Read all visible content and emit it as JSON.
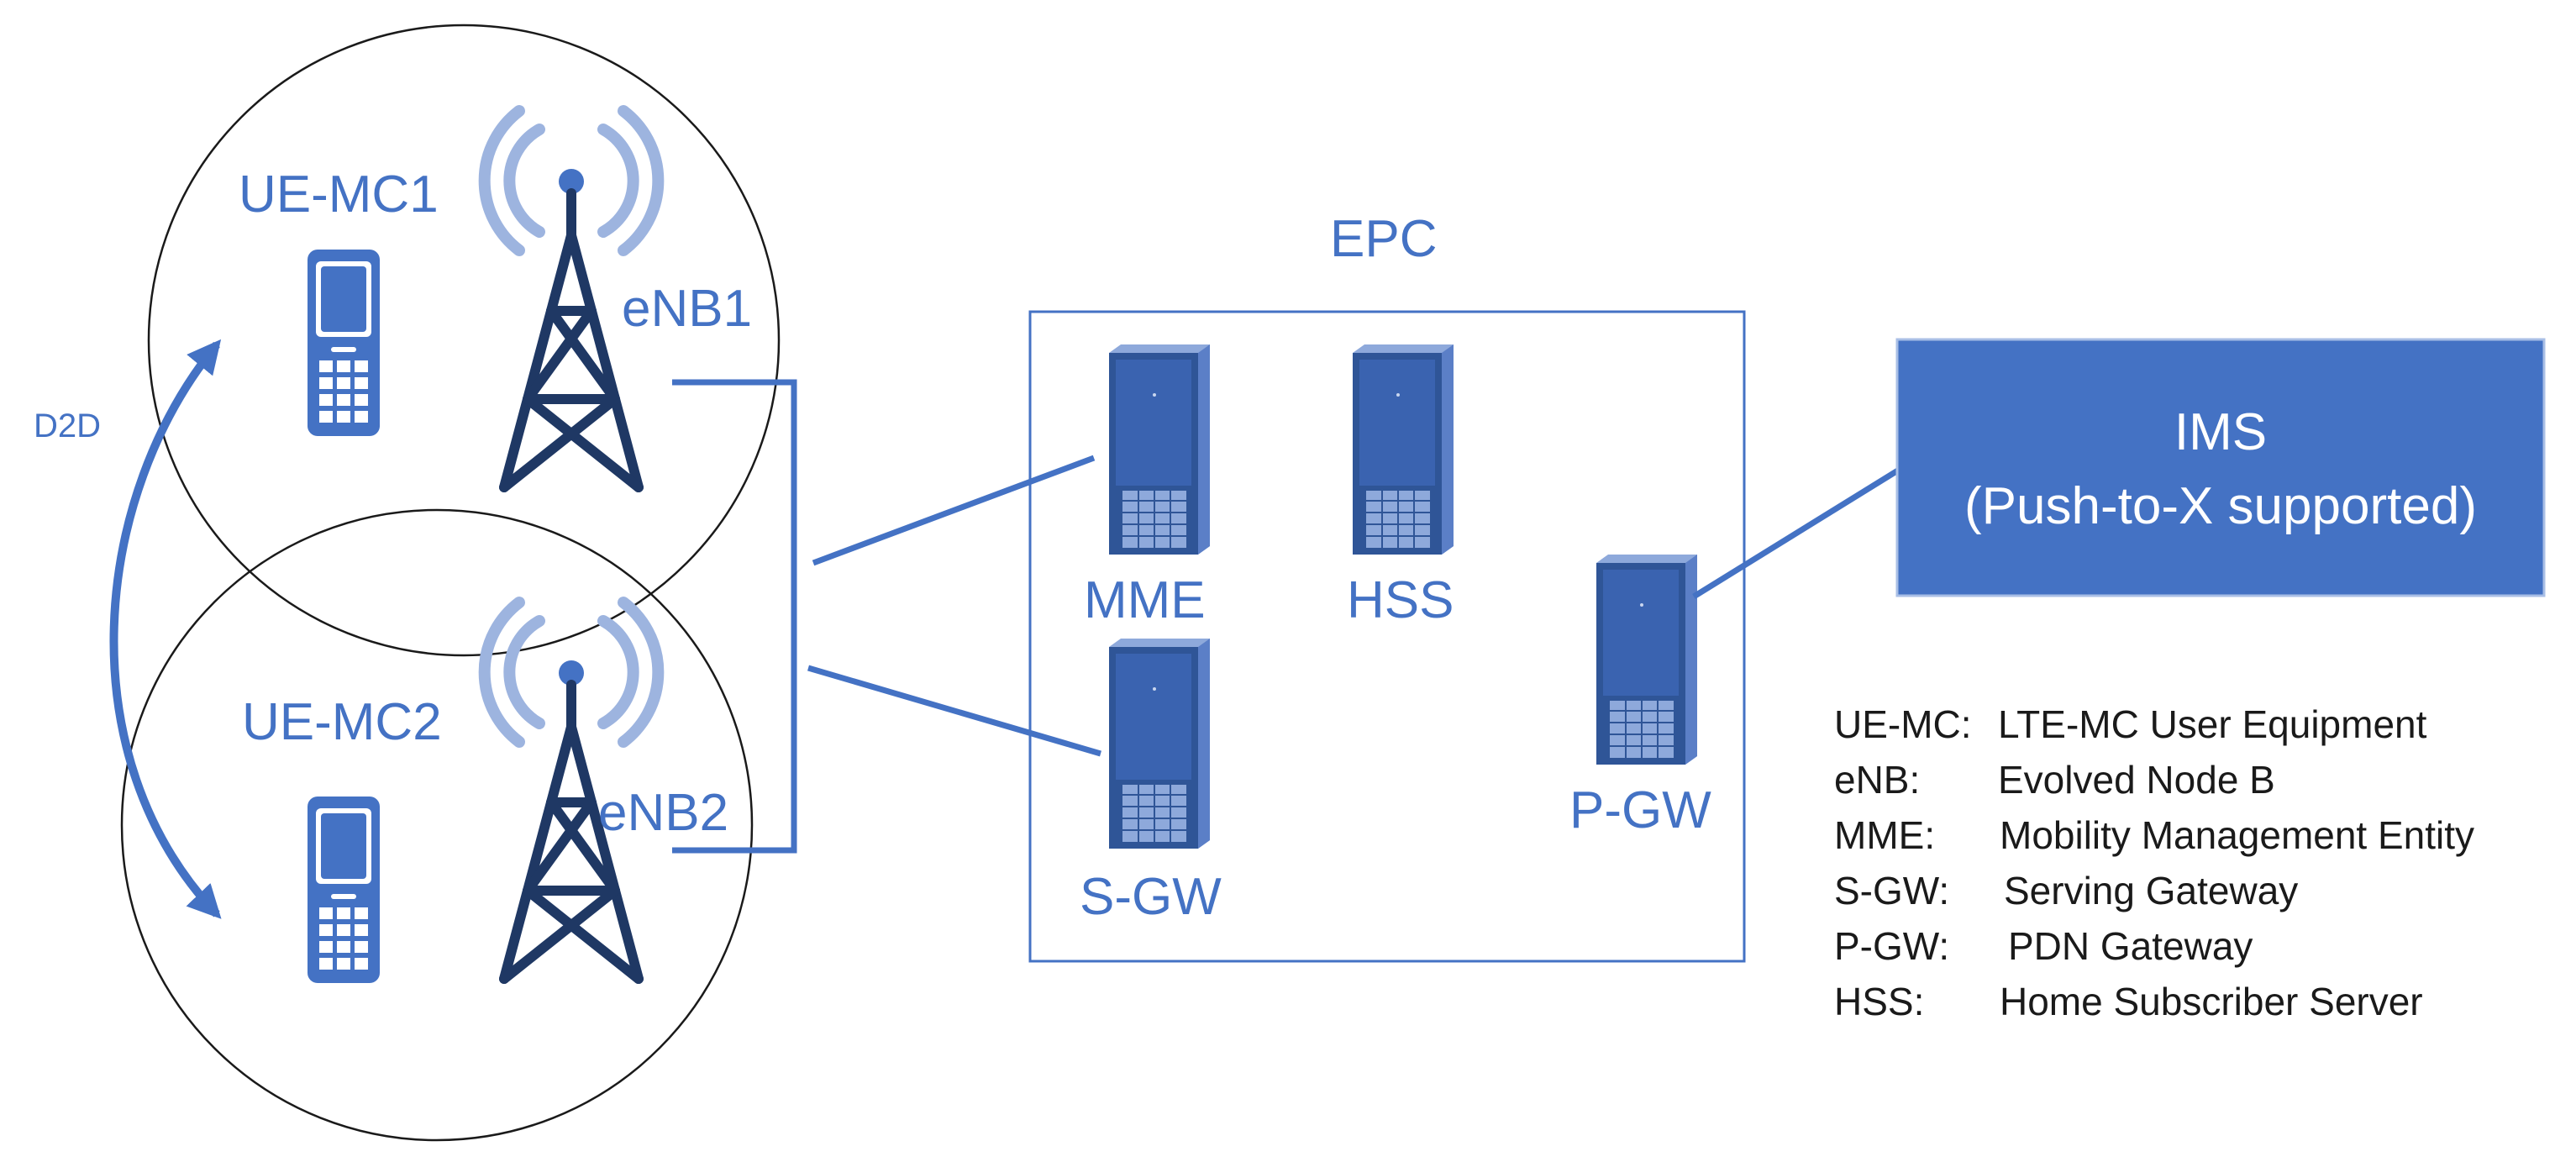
{
  "cells": [
    {
      "ue_label": "UE-MC1",
      "enb_label": "eNB1"
    },
    {
      "ue_label": "UE-MC2",
      "enb_label": "eNB2"
    }
  ],
  "d2d_label": "D2D",
  "epc": {
    "title": "EPC",
    "nodes": {
      "mme": "MME",
      "hss": "HSS",
      "sgw": "S-GW",
      "pgw": "P-GW"
    }
  },
  "ims": {
    "line1": "IMS",
    "line2": "(Push-to-X supported)"
  },
  "legend": [
    {
      "abbr": "UE-MC:",
      "desc": "LTE-MC User Equipment"
    },
    {
      "abbr": "eNB:",
      "desc": "Evolved Node B"
    },
    {
      "abbr": "MME:",
      "desc": "Mobility Management Entity"
    },
    {
      "abbr": "S-GW:",
      "desc": "Serving Gateway"
    },
    {
      "abbr": "P-GW:",
      "desc": "PDN Gateway"
    },
    {
      "abbr": "HSS:",
      "desc": "Home Subscriber Server"
    }
  ],
  "colors": {
    "accent": "#4472c4",
    "server_dark": "#2f5597",
    "tower": "#1f3864",
    "ims_fill": "#4472c4"
  }
}
